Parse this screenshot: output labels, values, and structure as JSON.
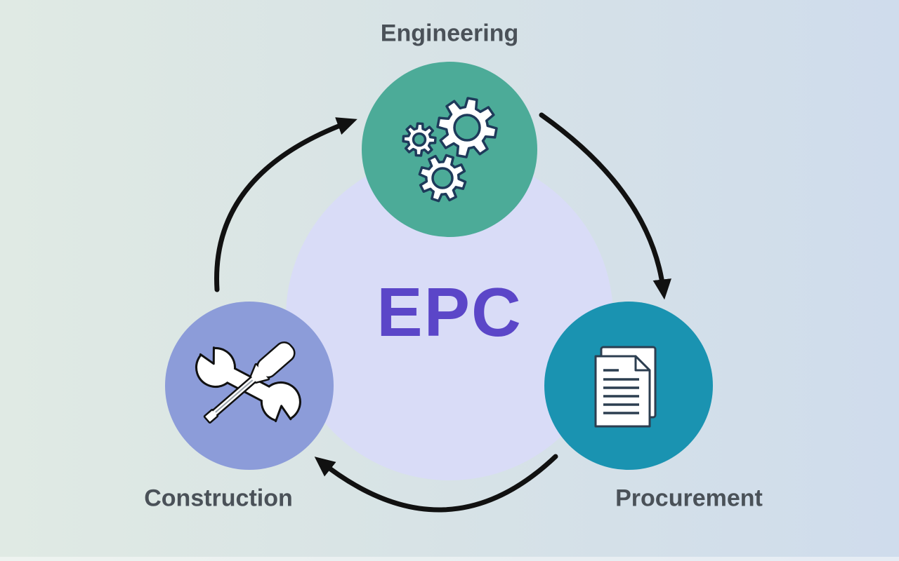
{
  "diagram": {
    "center_label": "EPC",
    "nodes": [
      {
        "id": "engineering",
        "label": "Engineering",
        "icon": "gears-icon",
        "color": "#4cab98"
      },
      {
        "id": "procurement",
        "label": "Procurement",
        "icon": "documents-icon",
        "color": "#1a93b1"
      },
      {
        "id": "construction",
        "label": "Construction",
        "icon": "wrench-screwdriver-icon",
        "color": "#8c9cd9"
      }
    ],
    "flow": [
      "Engineering",
      "Procurement",
      "Construction"
    ],
    "colors": {
      "background_left": "#e0eae4",
      "background_mid": "#d9e4e5",
      "background_right": "#cfdcec",
      "center_circle": "#d9dcf7",
      "center_text": "#5b46c8",
      "engineering_circle": "#4cab98",
      "procurement_circle": "#1a93b1",
      "construction_circle": "#8c9cd9",
      "label_text": "#4a5158",
      "arrow": "#111111",
      "gear_outline": "#1e3a5a",
      "document_outline": "#2c3e50",
      "tool_outline": "#111111"
    }
  }
}
